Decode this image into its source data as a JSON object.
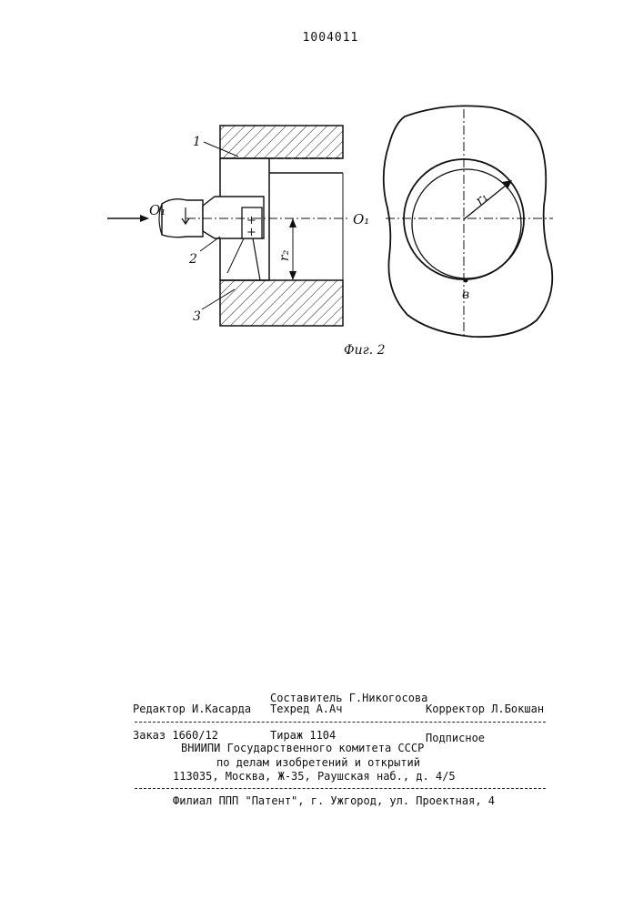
{
  "patent_number": "1004011",
  "figure": {
    "caption": "Фиг. 2",
    "labels": {
      "part1": "1",
      "part2": "2",
      "part3": "3",
      "axis_left": "O₁",
      "axis_right": "O₁",
      "radius_2": "r₂",
      "radius_1": "r₁",
      "point": "в"
    }
  },
  "footer": {
    "compiler": "Составитель Г.Никогосова",
    "editor": "Редактор И.Касарда",
    "tech_editor": "Техред  А.Ач",
    "corrector": "Корректор Л.Бокшан",
    "order": "Заказ 1660/12",
    "circulation": "Тираж 1104",
    "subscription": "Подписное",
    "org_line1": "ВНИИПИ Государственного комитета СССР",
    "org_line2": "по делам изобретений и открытий",
    "org_line3": "113035, Москва,  Ж-35, Раушская наб., д. 4/5",
    "branch": "Филиал ППП \"Патент\", г. Ужгород, ул. Проектная, 4"
  }
}
